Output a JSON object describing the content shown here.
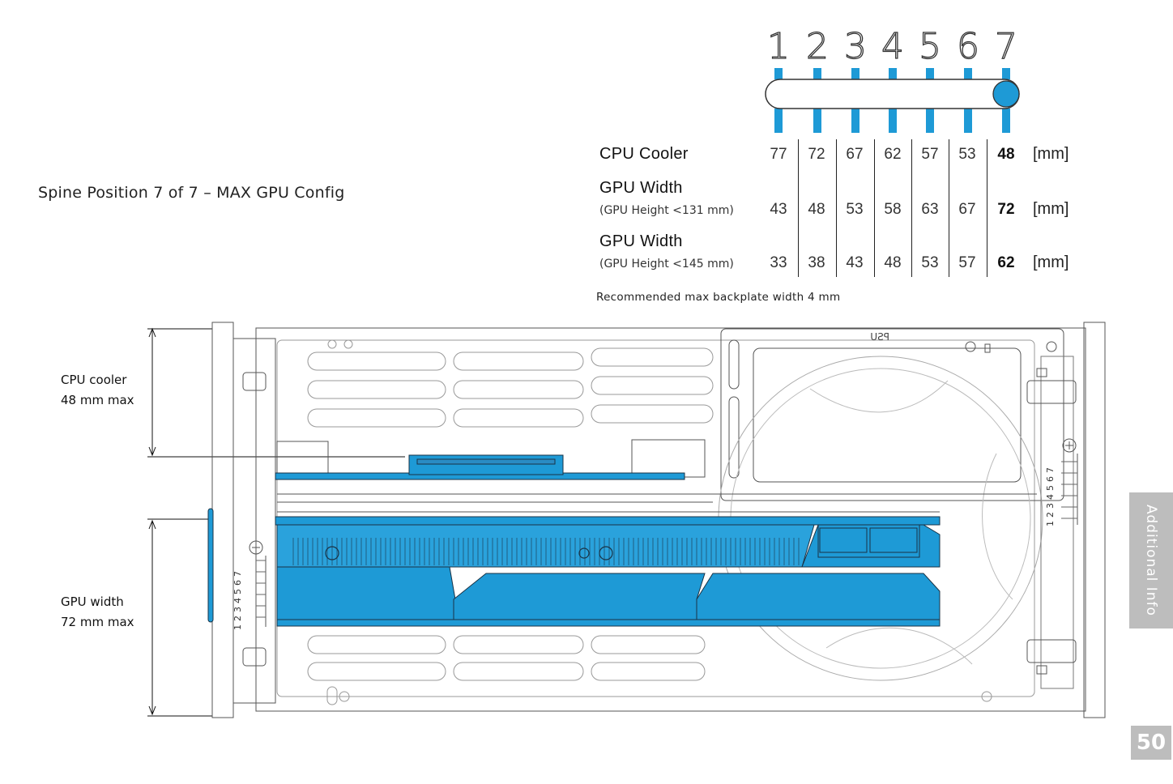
{
  "page": {
    "title": "Spine Position 7 of 7 – MAX GPU Config",
    "note": "Recommended max backplate width 4 mm",
    "side_tab": "Additional Info",
    "page_number": "50"
  },
  "spine_selector": {
    "positions": [
      "1",
      "2",
      "3",
      "4",
      "5",
      "6",
      "7"
    ],
    "selected": 7,
    "accent_color": "#1e9ad6"
  },
  "clearance_table": {
    "rows": [
      {
        "label": "CPU Cooler",
        "sublabel": "",
        "values": [
          "77",
          "72",
          "67",
          "62",
          "57",
          "53",
          "48"
        ],
        "unit": "[mm]"
      },
      {
        "label": "GPU Width",
        "sublabel": "(GPU Height <131 mm)",
        "values": [
          "43",
          "48",
          "53",
          "58",
          "63",
          "67",
          "72"
        ],
        "unit": "[mm]"
      },
      {
        "label": "GPU Width",
        "sublabel": "(GPU Height <145 mm)",
        "values": [
          "33",
          "38",
          "43",
          "48",
          "53",
          "57",
          "62"
        ],
        "unit": "[mm]"
      }
    ]
  },
  "diagram": {
    "psu_label": "PSU",
    "cpu_dimension_label": [
      "CPU cooler",
      "48 mm max"
    ],
    "gpu_dimension_label": [
      "GPU width",
      "72 mm max"
    ],
    "spine_scale_digits": [
      "1",
      "2",
      "3",
      "4",
      "5",
      "6",
      "7"
    ],
    "highlight_color": "#1e9ad6",
    "line_color": "#555555"
  }
}
